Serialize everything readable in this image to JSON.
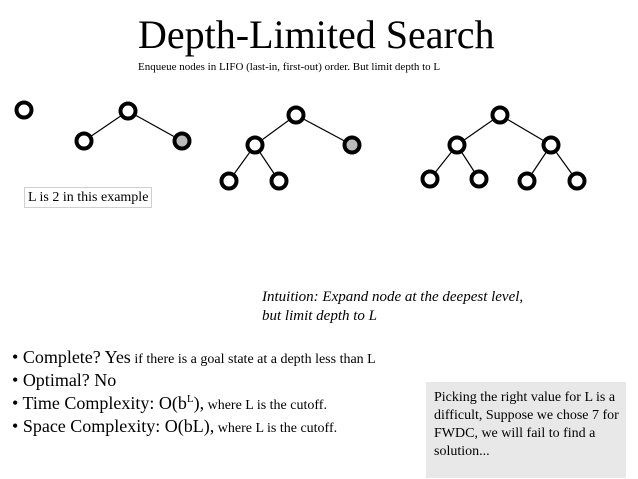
{
  "title": "Depth-Limited Search",
  "subtitle": "Enqueue nodes in LIFO (last-in, first-out) order. But limit depth to L",
  "l_note": "L is 2 in this example",
  "intuition": {
    "line1": "Intuition: Expand node at the deepest level,",
    "line2": "but limit depth to L"
  },
  "bullets": [
    {
      "marker": "•",
      "main": "Complete? Yes",
      "note": " if there is a goal state at a depth less than L"
    },
    {
      "marker": "•",
      "main": "Optimal? No"
    },
    {
      "marker": "•",
      "main": "Time Complexity: O(b",
      "sup": "L",
      "main_end": "),",
      "note": " where L is the cutoff."
    },
    {
      "marker": "•",
      "main": "Space Complexity: O(bL),",
      "note": " where L is the cutoff."
    }
  ],
  "callout": "Picking the right value for L is a difficult, Suppose we chose  7 for FWDC, we will fail to find a solution...",
  "colors": {
    "node_fill_white": "#ffffff",
    "node_fill_grey": "#bbbbbb",
    "callout_bg": "#e8e8e8"
  },
  "trees": [
    {
      "nodes": [
        {
          "id": "r",
          "fill": "white"
        }
      ],
      "edges": []
    },
    {
      "nodes": [
        {
          "id": "r",
          "fill": "white"
        },
        {
          "id": "a",
          "fill": "white"
        },
        {
          "id": "b",
          "fill": "grey"
        }
      ],
      "edges": [
        [
          "r",
          "a"
        ],
        [
          "r",
          "b"
        ]
      ]
    },
    {
      "nodes": [
        {
          "id": "r",
          "fill": "white"
        },
        {
          "id": "a",
          "fill": "white"
        },
        {
          "id": "b",
          "fill": "grey"
        },
        {
          "id": "c",
          "fill": "white"
        },
        {
          "id": "d",
          "fill": "white"
        }
      ],
      "edges": [
        [
          "r",
          "a"
        ],
        [
          "r",
          "b"
        ],
        [
          "a",
          "c"
        ],
        [
          "a",
          "d"
        ]
      ]
    },
    {
      "nodes": [
        {
          "id": "r",
          "fill": "white"
        },
        {
          "id": "a",
          "fill": "white"
        },
        {
          "id": "b",
          "fill": "white"
        },
        {
          "id": "c",
          "fill": "white"
        },
        {
          "id": "d",
          "fill": "white"
        },
        {
          "id": "e",
          "fill": "white"
        },
        {
          "id": "f",
          "fill": "white"
        }
      ],
      "edges": [
        [
          "r",
          "a"
        ],
        [
          "r",
          "b"
        ],
        [
          "a",
          "c"
        ],
        [
          "a",
          "d"
        ],
        [
          "b",
          "e"
        ],
        [
          "b",
          "f"
        ]
      ]
    }
  ]
}
